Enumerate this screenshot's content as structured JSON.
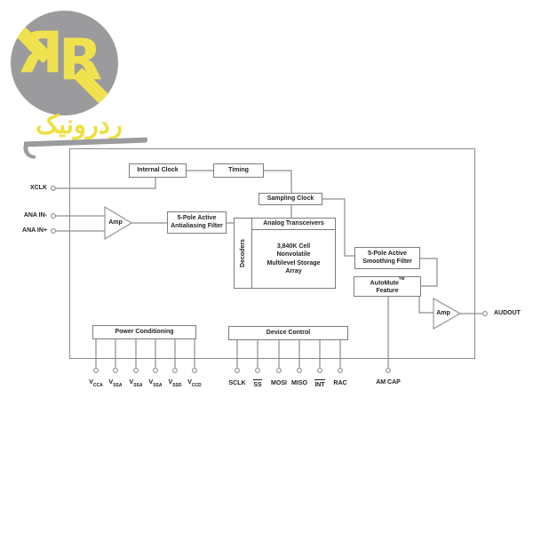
{
  "logo": {
    "monogram_left": "R",
    "monogram_right": "R",
    "brand": "ردرونیک",
    "colors": {
      "gray": "#9B9B9D",
      "yellow": "#EFE24E"
    }
  },
  "diagram": {
    "colors": {
      "wire": "#8d8d8d",
      "border": "#7c7c7c",
      "text": "#222222"
    },
    "blocks": {
      "internal_clock": "Internal Clock",
      "timing": "Timing",
      "sampling_clock": "Sampling Clock",
      "antialiasing_line1": "5-Pole Active",
      "antialiasing_line2": "Antialiasing Filter",
      "analog_transceivers": "Analog Transceivers",
      "decoders": "Decoders",
      "storage_line1": "3,840K Cell",
      "storage_line2": "Nonvolatile",
      "storage_line3": "Multilevel Storage",
      "storage_line4": "Array",
      "smoothing_line1": "5-Pole Active",
      "smoothing_line2": "Smoothing Filter",
      "automute_name": "AutoMute",
      "automute_tm": "TM",
      "automute_line2": "Feature",
      "power_conditioning": "Power Conditioning",
      "device_control": "Device Control",
      "amp1": "Amp",
      "amp2": "Amp"
    },
    "pins": {
      "xclk": "XCLK",
      "ana_in_minus": "ANA IN-",
      "ana_in_plus": "ANA IN+",
      "audout": "AUDOUT",
      "am_cap": "AM CAP",
      "power": [
        {
          "base": "V",
          "sub": "CCA"
        },
        {
          "base": "V",
          "sub": "SSA"
        },
        {
          "base": "V",
          "sub": "SSA"
        },
        {
          "base": "V",
          "sub": "SSA"
        },
        {
          "base": "V",
          "sub": "SSD"
        },
        {
          "base": "V",
          "sub": "CCD"
        }
      ],
      "device": [
        {
          "label": "SCLK"
        },
        {
          "label": "SS"
        },
        {
          "label": "MOSI"
        },
        {
          "label": "MISO"
        },
        {
          "label": "INT"
        },
        {
          "label": "RAC"
        }
      ]
    }
  }
}
